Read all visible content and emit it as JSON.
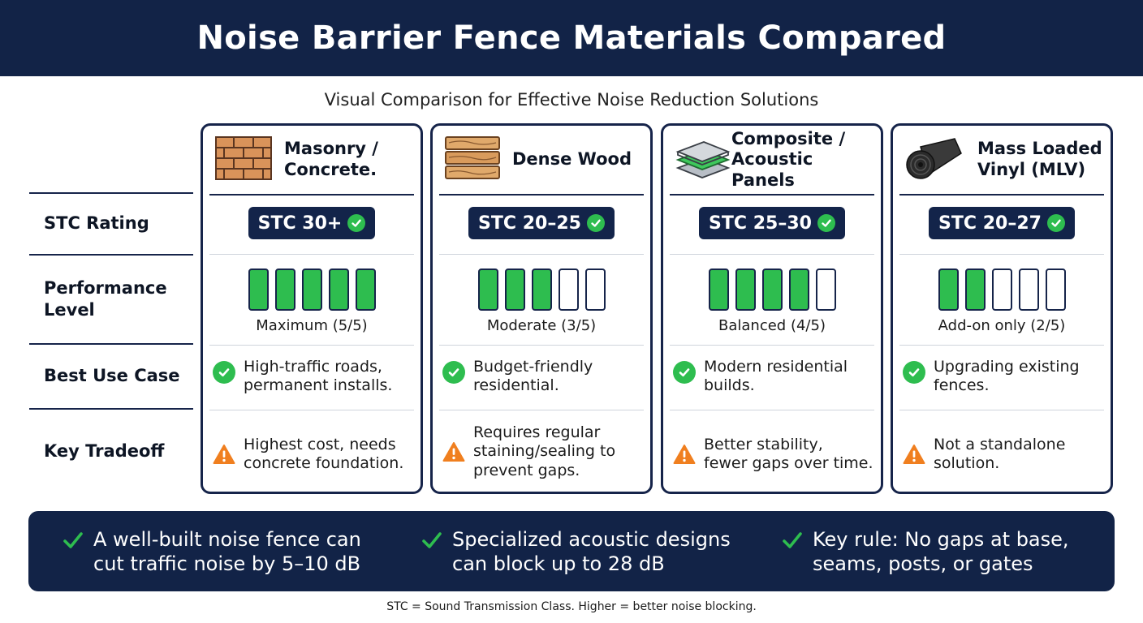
{
  "header": {
    "title": "Noise Barrier Fence Materials Compared"
  },
  "subtitle": "Visual Comparison for Effective Noise Reduction Solutions",
  "row_labels": [
    "STC Rating",
    "Performance\nLevel",
    "Best Use Case",
    "Key Tradeoff"
  ],
  "colors": {
    "navy": "#122347",
    "green": "#2ebd4f",
    "warning": "#f07f1f",
    "white": "#ffffff"
  },
  "materials": [
    {
      "name": "Masonry /\nConcrete.",
      "icon": "brick-wall-icon",
      "stc": "STC 30+",
      "performance": {
        "level": 5,
        "max": 5,
        "label": "Maximum (5/5)"
      },
      "use_case": "High-traffic roads,\npermanent installs.",
      "tradeoff": "Highest cost, needs\nconcrete foundation."
    },
    {
      "name": "Dense Wood",
      "icon": "wood-planks-icon",
      "stc": "STC 20–25",
      "performance": {
        "level": 3,
        "max": 5,
        "label": "Moderate (3/5)"
      },
      "use_case": "Budget-friendly\nresidential.",
      "tradeoff": "Requires regular\nstaining/sealing to\nprevent gaps."
    },
    {
      "name": "Composite /\nAcoustic Panels",
      "icon": "layered-panels-icon",
      "stc": "STC 25–30",
      "performance": {
        "level": 4,
        "max": 5,
        "label": "Balanced (4/5)"
      },
      "use_case": "Modern residential\nbuilds.",
      "tradeoff": "Better stability,\nfewer gaps over time."
    },
    {
      "name": "Mass Loaded\nVinyl (MLV)",
      "icon": "vinyl-roll-icon",
      "stc": "STC 20–27",
      "performance": {
        "level": 2,
        "max": 5,
        "label": "Add-on only (2/5)"
      },
      "use_case": "Upgrading existing\nfences.",
      "tradeoff": "Not a standalone\nsolution."
    }
  ],
  "facts": [
    "A well-built noise fence can\ncut traffic noise by 5–10 dB",
    "Specialized acoustic designs\ncan block up to 28 dB",
    "Key rule: No gaps at base,\nseams, posts, or gates"
  ],
  "footnote": "STC = Sound Transmission Class. Higher = better noise blocking."
}
